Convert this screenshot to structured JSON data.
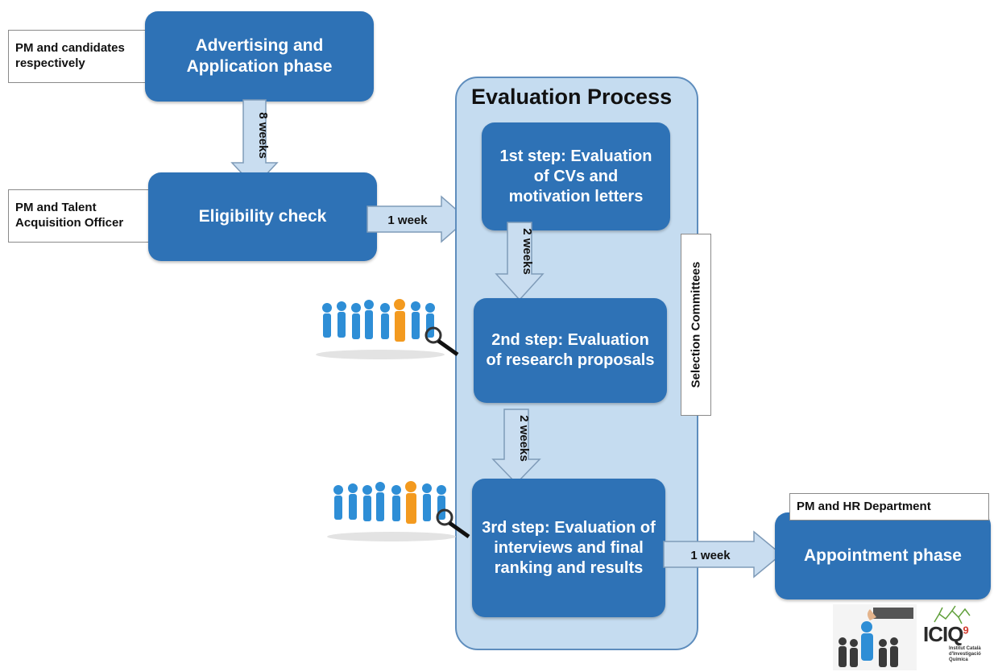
{
  "boxes": {
    "advertising": "Advertising and Application phase",
    "eligibility": "Eligibility check",
    "step1": "1st step: Evaluation of CVs and motivation letters",
    "step2": "2nd step: Evaluation of research proposals",
    "step3": "3rd step: Evaluation of interviews and final ranking and results",
    "appointment": "Appointment phase"
  },
  "labels": {
    "advertising_actor": "PM and candidates respectively",
    "eligibility_actor": "PM and Talent Acquisition Officer",
    "appointment_actor": "PM and HR Department",
    "selection_committees": "Selection Committees"
  },
  "panel": {
    "title": "Evaluation Process"
  },
  "arrows": {
    "adv_to_elig": "8 weeks",
    "elig_to_eval": "1 week",
    "step1_to_step2": "2 weeks",
    "step2_to_step3": "2 weeks",
    "step3_to_appointment": "1 week"
  },
  "logo": {
    "text": "ICIQ",
    "superscript": "9",
    "subtitle": "Institut Català d'Investigació Química"
  },
  "icons": [
    "people-group-icon",
    "magnifier-icon",
    "hand-picking-icon"
  ],
  "colors": {
    "box": "#2e72b6",
    "panel": "#c5dcf0",
    "arrow": "#c9ddf0",
    "person": "#2e8ed6",
    "highlight": "#f39a1f"
  }
}
